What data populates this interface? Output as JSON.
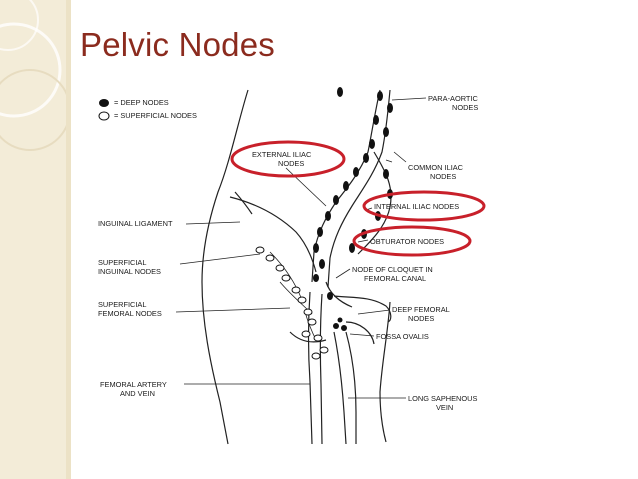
{
  "title": "Pelvic Nodes",
  "legend": {
    "deep": "= DEEP NODES",
    "superficial": "= SUPERFICIAL NODES"
  },
  "labels": {
    "para_aortic_1": "PARA-AORTIC",
    "para_aortic_2": "NODES",
    "external_iliac_1": "EXTERNAL ILIAC",
    "external_iliac_2": "NODES",
    "common_iliac_1": "COMMON ILIAC",
    "common_iliac_2": "NODES",
    "inguinal_ligament": "INGUINAL LIGAMENT",
    "internal_iliac": "INTERNAL ILIAC NODES",
    "obturator": "OBTURATOR NODES",
    "superficial_inguinal_1": "SUPERFICIAL",
    "superficial_inguinal_2": "INGUINAL NODES",
    "node_cloquet_1": "NODE OF CLOQUET IN",
    "node_cloquet_2": "FEMORAL CANAL",
    "superficial_femoral_1": "SUPERFICIAL",
    "superficial_femoral_2": "FEMORAL NODES",
    "deep_femoral_1": "DEEP FEMORAL",
    "deep_femoral_2": "NODES",
    "fossa_ovalis": "FOSSA OVALIS",
    "femoral_artery_1": "FEMORAL ARTERY",
    "femoral_artery_2": "AND VEIN",
    "long_saphenous_1": "LONG SAPHENOUS",
    "long_saphenous_2": "VEIN"
  },
  "highlight_color": "#c8202a",
  "title_color": "#8b2b1e"
}
